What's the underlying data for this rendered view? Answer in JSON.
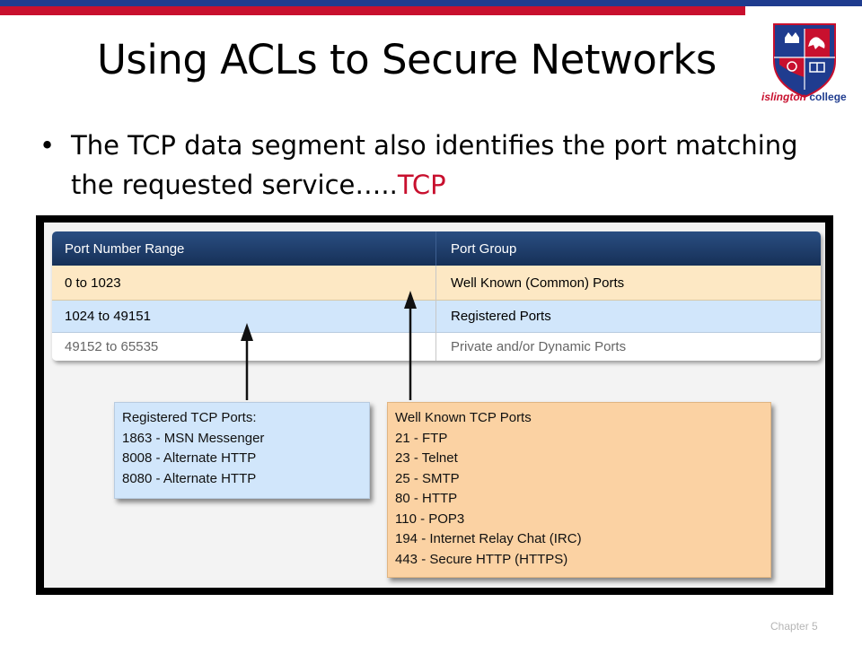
{
  "slide": {
    "title": "Using ACLs to Secure Networks",
    "bullet_text": "The TCP data segment also identifies the port matching the requested service…..",
    "bullet_highlight": "TCP",
    "footer": "Chapter 5"
  },
  "logo": {
    "brand": "islington",
    "name": "college"
  },
  "table": {
    "headers": [
      "Port Number Range",
      "Port Group"
    ],
    "rows": [
      [
        "0 to 1023",
        "Well Known (Common) Ports"
      ],
      [
        "1024 to 49151",
        "Registered Ports"
      ],
      [
        "49152 to 65535",
        "Private and/or Dynamic Ports"
      ]
    ]
  },
  "registered_note": {
    "heading": "Registered TCP Ports:",
    "items": [
      "1863 - MSN Messenger",
      "8008 - Alternate HTTP",
      "8080 - Alternate HTTP"
    ]
  },
  "wellknown_note": {
    "heading": "Well Known TCP Ports",
    "items": [
      "21 - FTP",
      "23 - Telnet",
      "25 - SMTP",
      "80 - HTTP",
      "110 - POP3",
      "194 - Internet Relay Chat (IRC)",
      "443 - Secure HTTP (HTTPS)"
    ]
  },
  "colors": {
    "title_bar_blue": "#1f3c8f",
    "title_bar_red": "#c8102e",
    "highlight": "#c8102e",
    "table_header": "#1d3a66",
    "well_known_fill": "#fde8c4",
    "registered_fill": "#d1e6fb"
  }
}
